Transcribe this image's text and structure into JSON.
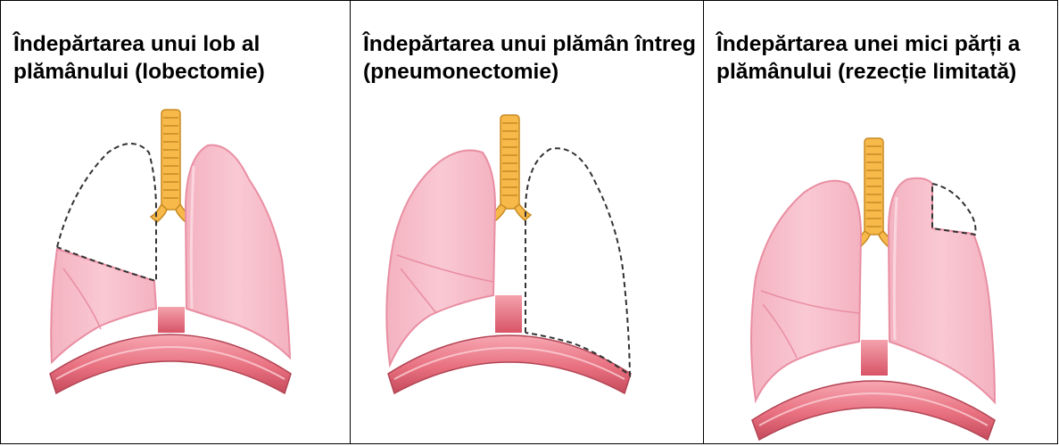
{
  "panels": [
    {
      "title": "Îndepărtarea unui lob al plămânului (lobectomie)"
    },
    {
      "title": "Îndepărtarea unui plămân întreg (pneumonectomie)"
    },
    {
      "title": "Îndepărtarea unei mici părți a plămânului (rezecție limitată)"
    }
  ],
  "colors": {
    "lung_fill": "#f7bfcb",
    "lung_stroke": "#e98ea2",
    "trachea_fill": "#f6b94a",
    "trachea_stroke": "#c98a22",
    "diaphragm_fill": "#e8707f",
    "diaphragm_dark": "#c64b5c",
    "removed_outline": "#333333"
  }
}
